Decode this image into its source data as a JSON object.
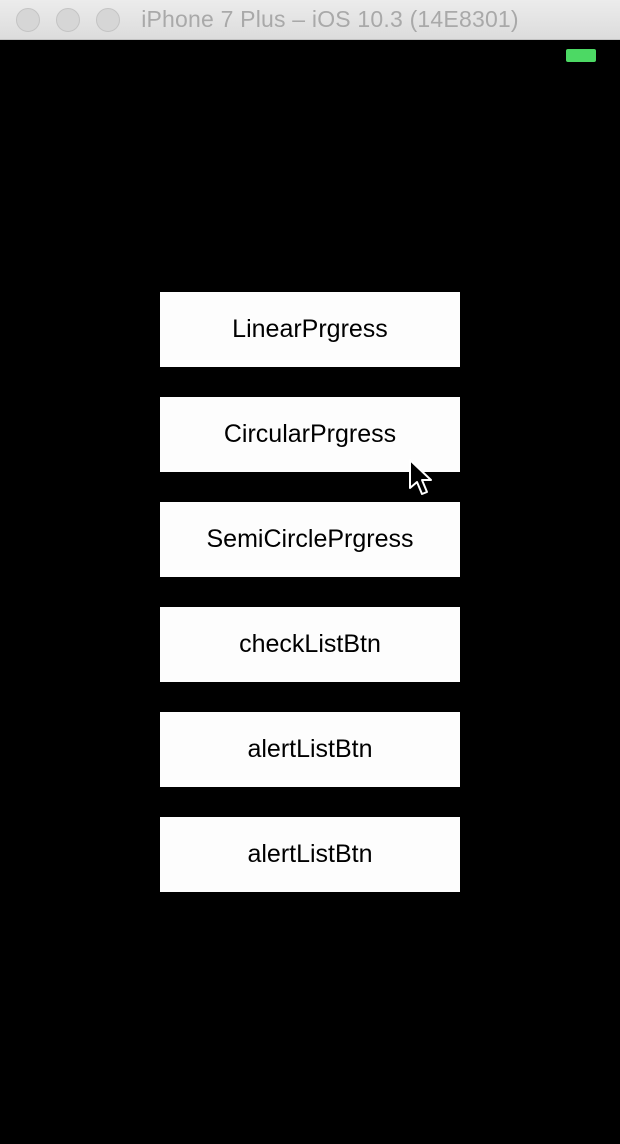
{
  "window": {
    "title": "iPhone 7 Plus – iOS 10.3 (14E8301)"
  },
  "status_bar": {
    "battery_color": "#4cd964"
  },
  "buttons": [
    {
      "label": "LinearPrgress"
    },
    {
      "label": "CircularPrgress"
    },
    {
      "label": "SemiCirclePrgress"
    },
    {
      "label": "checkListBtn"
    },
    {
      "label": "alertListBtn"
    },
    {
      "label": "alertListBtn"
    }
  ],
  "colors": {
    "background": "#000000",
    "button": "#fdfdfd"
  },
  "icons": {
    "cursor": "mouse-pointer-icon"
  }
}
